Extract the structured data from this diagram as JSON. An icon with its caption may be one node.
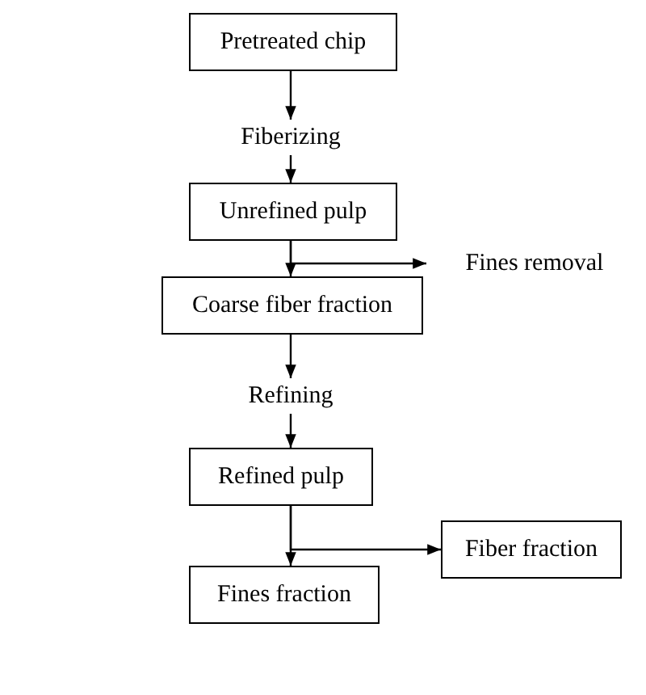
{
  "diagram": {
    "nodes": [
      {
        "text": [
          "Pretreated chip"
        ]
      },
      {
        "text": [
          "Fiberizing"
        ]
      },
      {
        "text": [
          "Unrefined pulp"
        ]
      },
      {
        "text": [
          "Fines removal"
        ]
      },
      {
        "text": [
          "Coarse fiber fraction"
        ]
      },
      {
        "text": [
          "Refining"
        ]
      },
      {
        "text": [
          "Refined pulp"
        ]
      },
      {
        "text": [
          "Fiber fraction"
        ]
      },
      {
        "text": [
          "Fines fraction"
        ]
      }
    ],
    "edges": [
      {
        "from": 0,
        "to": 1,
        "arrow": "to"
      },
      {
        "from": 1,
        "to": 2,
        "arrow": "to"
      },
      {
        "from": 2,
        "to": 4,
        "arrow": "to"
      },
      {
        "from": 2,
        "to": 3,
        "arrow": "to"
      },
      {
        "from": 4,
        "to": 5,
        "arrow": "to"
      },
      {
        "from": 5,
        "to": 6,
        "arrow": "to"
      },
      {
        "from": 6,
        "to": 7,
        "arrow": "to"
      },
      {
        "from": 6,
        "to": 8,
        "arrow": "to"
      }
    ]
  }
}
